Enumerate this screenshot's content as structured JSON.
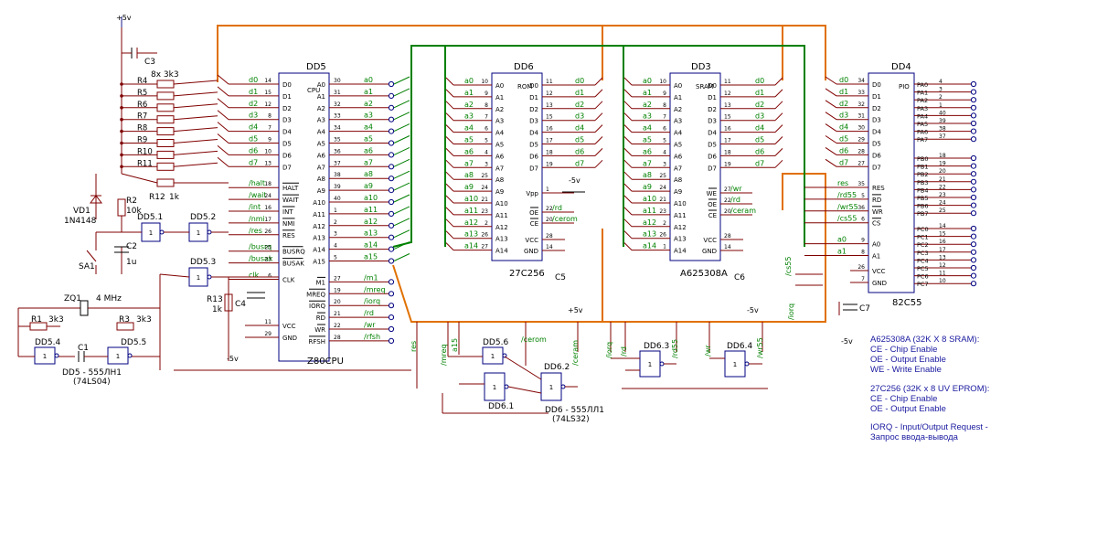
{
  "colors": {
    "wire": "#800000",
    "bus_orange": "#e07000",
    "bus_green": "#008000",
    "label_green": "#008000",
    "chip": "#000080",
    "power": "#0000c0"
  },
  "power": {
    "vcc": "+5v",
    "gnd": "-5v"
  },
  "cpu": {
    "ref": "DD5",
    "part": "Z80CPU",
    "tag": "CPU",
    "left_pins": [
      {
        "net": "d0",
        "num": "14",
        "name": "D0"
      },
      {
        "net": "d1",
        "num": "15",
        "name": "D1"
      },
      {
        "net": "d2",
        "num": "12",
        "name": "D2"
      },
      {
        "net": "d3",
        "num": "8",
        "name": "D3"
      },
      {
        "net": "d4",
        "num": "7",
        "name": "D4"
      },
      {
        "net": "d5",
        "num": "9",
        "name": "D5"
      },
      {
        "net": "d6",
        "num": "10",
        "name": "D6"
      },
      {
        "net": "d7",
        "num": "13",
        "name": "D7"
      },
      {
        "net": "/halt",
        "num": "18",
        "name": "HALT"
      },
      {
        "net": "/wait",
        "num": "24",
        "name": "WAIT"
      },
      {
        "net": "/int",
        "num": "16",
        "name": "INT"
      },
      {
        "net": "/nmi",
        "num": "17",
        "name": "NMI"
      },
      {
        "net": "/res",
        "num": "26",
        "name": "RES"
      },
      {
        "net": "/busrq",
        "num": "25",
        "name": "BUSRQ"
      },
      {
        "net": "/busak",
        "num": "23",
        "name": "BUSAK"
      },
      {
        "net": "clk",
        "num": "6",
        "name": "CLK"
      }
    ],
    "right_pins": [
      {
        "name": "A0",
        "num": "30",
        "net": "a0"
      },
      {
        "name": "A1",
        "num": "31",
        "net": "a1"
      },
      {
        "name": "A2",
        "num": "32",
        "net": "a2"
      },
      {
        "name": "A3",
        "num": "33",
        "net": "a3"
      },
      {
        "name": "A4",
        "num": "34",
        "net": "a4"
      },
      {
        "name": "A5",
        "num": "35",
        "net": "a5"
      },
      {
        "name": "A6",
        "num": "36",
        "net": "a6"
      },
      {
        "name": "A7",
        "num": "37",
        "net": "a7"
      },
      {
        "name": "A8",
        "num": "38",
        "net": "a8"
      },
      {
        "name": "A9",
        "num": "39",
        "net": "a9"
      },
      {
        "name": "A10",
        "num": "40",
        "net": "a10"
      },
      {
        "name": "A11",
        "num": "1",
        "net": "a11"
      },
      {
        "name": "A12",
        "num": "2",
        "net": "a12"
      },
      {
        "name": "A13",
        "num": "3",
        "net": "a13"
      },
      {
        "name": "A14",
        "num": "4",
        "net": "a14"
      },
      {
        "name": "A15",
        "num": "5",
        "net": "a15"
      },
      {
        "name": "M1",
        "num": "27",
        "net": "/m1"
      },
      {
        "name": "MREQ",
        "num": "19",
        "net": "/mreq"
      },
      {
        "name": "IORQ",
        "num": "20",
        "net": "/iorq"
      },
      {
        "name": "RD",
        "num": "21",
        "net": "/rd"
      },
      {
        "name": "WR",
        "num": "22",
        "net": "/wr"
      },
      {
        "name": "RFSH",
        "num": "28",
        "net": "/rfsh"
      }
    ],
    "power_pins": [
      {
        "name": "VCC",
        "num": "11"
      },
      {
        "name": "GND",
        "num": "29"
      }
    ]
  },
  "rom": {
    "ref": "DD6",
    "part": "27C256",
    "tag": "ROM",
    "addr_nums": [
      "10",
      "9",
      "8",
      "7",
      "6",
      "5",
      "4",
      "3",
      "25",
      "24",
      "21",
      "23",
      "2",
      "26",
      "27"
    ],
    "data_nums": [
      "11",
      "12",
      "13",
      "15",
      "16",
      "17",
      "18",
      "19"
    ],
    "ctrl": [
      {
        "name": "Vpp",
        "num": "1"
      },
      {
        "name": "OE",
        "num": "22",
        "net": "/rd"
      },
      {
        "name": "CE",
        "num": "20",
        "net": "/cerom"
      }
    ],
    "power": [
      {
        "name": "VCC",
        "num": "28"
      },
      {
        "name": "GND",
        "num": "14"
      }
    ]
  },
  "ram": {
    "ref": "DD3",
    "part": "A625308A",
    "tag": "SRAM",
    "addr_nums": [
      "10",
      "9",
      "8",
      "7",
      "6",
      "5",
      "4",
      "3",
      "25",
      "24",
      "21",
      "23",
      "2",
      "26",
      "1"
    ],
    "data_nums": [
      "11",
      "12",
      "13",
      "15",
      "16",
      "17",
      "18",
      "19"
    ],
    "ctrl": [
      {
        "name": "WE",
        "num": "27",
        "net": "/wr"
      },
      {
        "name": "OE",
        "num": "22",
        "net": "/rd"
      },
      {
        "name": "CE",
        "num": "20",
        "net": "/ceram"
      }
    ],
    "power": [
      {
        "name": "VCC",
        "num": "28"
      },
      {
        "name": "GND",
        "num": "14"
      }
    ]
  },
  "pio": {
    "ref": "DD4",
    "part": "82C55",
    "tag": "PIO",
    "data": [
      {
        "net": "d0",
        "num": "34"
      },
      {
        "net": "d1",
        "num": "33"
      },
      {
        "net": "d2",
        "num": "32"
      },
      {
        "net": "d3",
        "num": "31"
      },
      {
        "net": "d4",
        "num": "30"
      },
      {
        "net": "d5",
        "num": "29"
      },
      {
        "net": "d6",
        "num": "28"
      },
      {
        "net": "d7",
        "num": "27"
      }
    ],
    "ctrl": [
      {
        "net": "res",
        "num": "35",
        "name": "RES"
      },
      {
        "net": "/rd55",
        "num": "5",
        "name": "RD"
      },
      {
        "net": "/wr55",
        "num": "36",
        "name": "WR"
      },
      {
        "net": "/cs55",
        "num": "6",
        "name": "CS"
      },
      {
        "net": "a0",
        "num": "9",
        "name": "A0"
      },
      {
        "net": "a1",
        "num": "8",
        "name": "A1"
      }
    ],
    "power": [
      {
        "name": "VCC",
        "num": "26"
      },
      {
        "name": "GND",
        "num": "7"
      }
    ],
    "pa": [
      {
        "name": "PA0",
        "num": "4"
      },
      {
        "name": "PA1",
        "num": "3"
      },
      {
        "name": "PA2",
        "num": "2"
      },
      {
        "name": "PA3",
        "num": "1"
      },
      {
        "name": "PA4",
        "num": "40"
      },
      {
        "name": "PA5",
        "num": "39"
      },
      {
        "name": "PA6",
        "num": "38"
      },
      {
        "name": "PA7",
        "num": "37"
      }
    ],
    "pb": [
      {
        "name": "PB0",
        "num": "18"
      },
      {
        "name": "PB1",
        "num": "19"
      },
      {
        "name": "PB2",
        "num": "20"
      },
      {
        "name": "PB3",
        "num": "21"
      },
      {
        "name": "PB4",
        "num": "22"
      },
      {
        "name": "PB5",
        "num": "23"
      },
      {
        "name": "PB6",
        "num": "24"
      },
      {
        "name": "PB7",
        "num": "25"
      }
    ],
    "pc": [
      {
        "name": "PC0",
        "num": "14"
      },
      {
        "name": "PC1",
        "num": "15"
      },
      {
        "name": "PC2",
        "num": "16"
      },
      {
        "name": "PC3",
        "num": "17"
      },
      {
        "name": "PC4",
        "num": "13"
      },
      {
        "name": "PC5",
        "num": "12"
      },
      {
        "name": "PC6",
        "num": "11"
      },
      {
        "name": "PC7",
        "num": "10"
      }
    ]
  },
  "resistor_pack": {
    "label": "8x 3k3",
    "refs": [
      "R4",
      "R5",
      "R6",
      "R7",
      "R8",
      "R9",
      "R10",
      "R11"
    ]
  },
  "passives": {
    "c3": "C3",
    "r12": "R12",
    "r12_val": "1k",
    "r2": "R2",
    "r2_val": "10k",
    "vd1": "VD1",
    "vd1_part": "1N4148",
    "c2": "C2",
    "c2_val": "1u",
    "sa1": "SA1",
    "c4": "C4",
    "r13": "R13",
    "r13_val": "1k",
    "zq1": "ZQ1",
    "zq1_val": "4 MHz",
    "r1": "R1",
    "r1_val": "3k3",
    "r3": "R3",
    "r3_val": "3k3",
    "c1": "C1",
    "c5": "C5",
    "c6": "C6",
    "c7": "C7"
  },
  "gates": {
    "dd51": "DD5.1",
    "dd52": "DD5.2",
    "dd53": "DD5.3",
    "dd54": "DD5.4",
    "dd55": "DD5.5",
    "dd56": "DD5.6",
    "dd61": "DD6.1",
    "dd62": "DD6.2",
    "dd63": "DD6.3",
    "dd64": "DD6.4",
    "one": "1"
  },
  "captions": {
    "dd5_line1": "DD5 - 555ЛН1",
    "dd5_line2": "(74LS04)",
    "dd6_line1": "DD6 - 555ЛЛ1",
    "dd6_line2": "(74LS32)"
  },
  "vertical_labels": {
    "res": "res",
    "mreq": "/mreq",
    "a15": "a15",
    "cerom": "/cerom",
    "ceram": "/ceram",
    "iorq": "/iorq",
    "rd": "/rd",
    "rd55": "/rd55",
    "wr": "/wr",
    "wr55": "/wr55",
    "cs55": "/cs55",
    "iorq2": "/iorq"
  },
  "notes": {
    "ram_title": "A625308A (32K X 8 SRAM):",
    "ram_ce": "CE - Chip Enable",
    "ram_oe": "OE - Output Enable",
    "ram_we": "WE - Write Enable",
    "rom_title": "27C256 (32K x 8 UV EPROM):",
    "rom_ce": "CE - Chip Enable",
    "rom_oe": "OE - Output Enable",
    "iorq_1": "IORQ - Input/Output Request -",
    "iorq_2": "Запрос ввода-вывода"
  }
}
